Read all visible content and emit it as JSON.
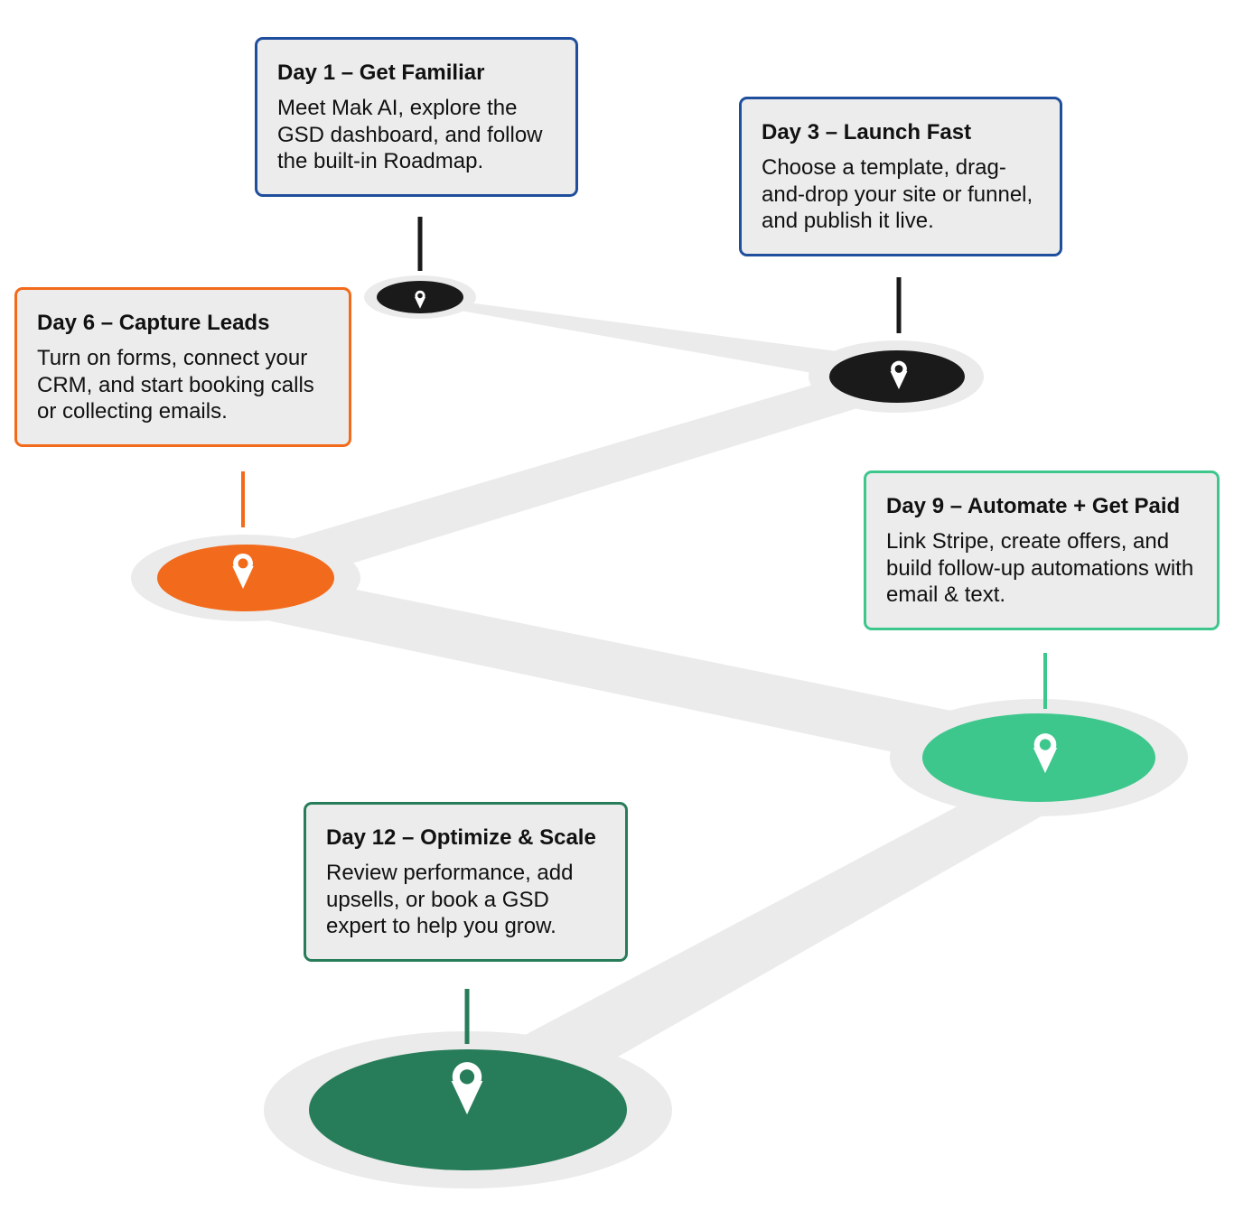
{
  "colors": {
    "blue": "#1f4e9c",
    "black": "#1a1a1a",
    "orange": "#f26a1b",
    "mint": "#3ec78d",
    "forest": "#277d59",
    "road": "#ebebeb",
    "card_bg": "#ececec"
  },
  "milestones": [
    {
      "title": "Day 1 – Get Familiar",
      "description": "Meet Mak AI, explore the GSD dashboard, and follow the built-in Roadmap.",
      "color": "#1a1a1a",
      "icon": "map-pin-icon"
    },
    {
      "title": "Day 3 – Launch Fast",
      "description": "Choose a template, drag-and-drop your site or funnel, and publish it live.",
      "color": "#1a1a1a",
      "icon": "map-pin-icon"
    },
    {
      "title": "Day 6 – Capture Leads",
      "description": "Turn on forms, connect your CRM, and start booking calls or collecting emails.",
      "color": "#f26a1b",
      "icon": "map-pin-icon"
    },
    {
      "title": "Day 9 – Automate + Get Paid",
      "description": "Link Stripe, create offers, and build follow-up automations with email & text.",
      "color": "#3ec78d",
      "icon": "map-pin-icon"
    },
    {
      "title": "Day 12 – Optimize & Scale",
      "description": "Review performance, add upsells, or book a GSD expert to help you grow.",
      "color": "#277d59",
      "icon": "map-pin-icon"
    }
  ]
}
